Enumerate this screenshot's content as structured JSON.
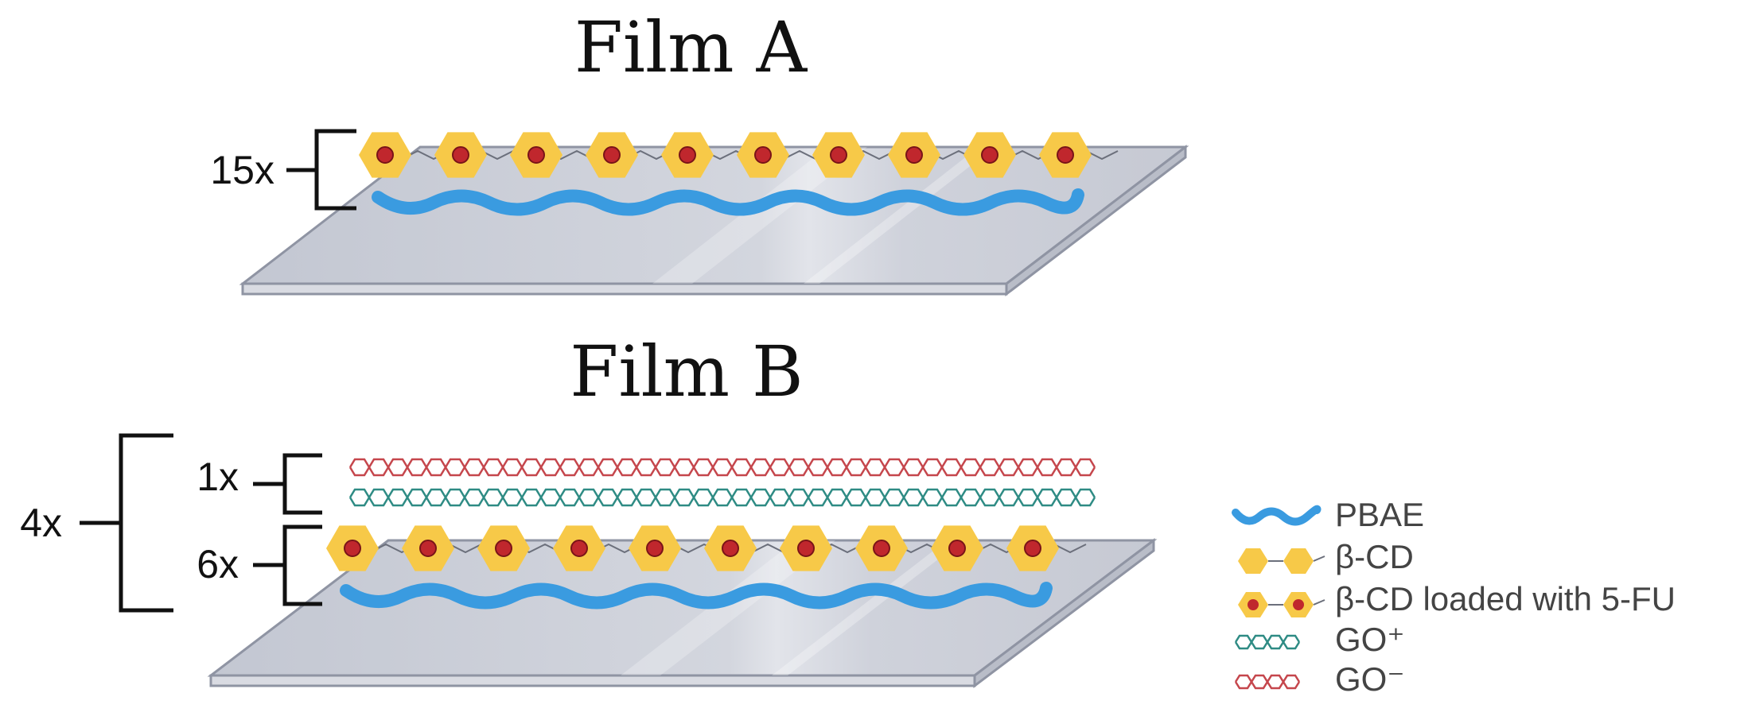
{
  "panels": [
    {
      "title": "Film A",
      "repeat_label": "15x",
      "layer_label": ""
    },
    {
      "title": "Film B",
      "repeat_label": "4x",
      "sub_labels": [
        "1x",
        "6x"
      ]
    }
  ],
  "legend": {
    "items": [
      {
        "label": "PBAE",
        "icon": "pbae-wave-icon",
        "color": "#3a9be0"
      },
      {
        "label": "β-CD",
        "icon": "beta-cd-hexagon-icon",
        "color": "#f7c948"
      },
      {
        "label": "β-CD loaded with 5-FU",
        "icon": "beta-cd-loaded-icon",
        "color": "#c0272d"
      },
      {
        "label": "GO⁺",
        "icon": "go-plus-chain-icon",
        "color": "#2e8b84"
      },
      {
        "label": "GO⁻",
        "icon": "go-minus-chain-icon",
        "color": "#c5464c"
      }
    ]
  },
  "colors": {
    "glass_top": "#c9ccd6",
    "glass_edge": "#8f94a3",
    "pbae": "#3a9be0",
    "hexagon": "#f7c948",
    "drug_dot": "#c0272d",
    "go_plus": "#2e8b84",
    "go_minus": "#c5464c"
  }
}
